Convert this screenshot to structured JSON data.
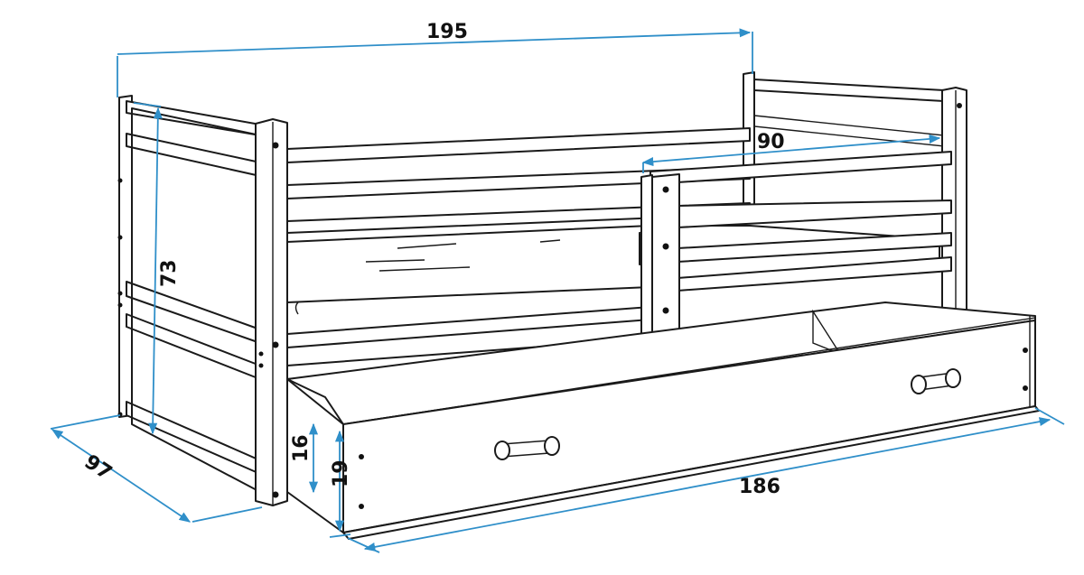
{
  "diagram": {
    "subject": "Single bed with guard rail and under-bed drawer",
    "dimension_color": "#2f8fc9",
    "line_color": "#1a1a1a",
    "dimensions": {
      "length": "195",
      "height": "73",
      "width": "97",
      "guard_rail": "90",
      "drawer_length": "186",
      "drawer_inner_height": "16",
      "drawer_outer_height": "19"
    }
  }
}
